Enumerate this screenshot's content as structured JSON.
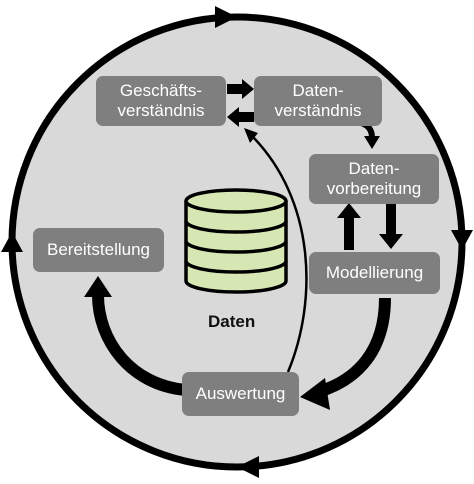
{
  "diagram": {
    "center_label": "Daten",
    "phases": {
      "business_understanding": {
        "line1": "Geschäfts-",
        "line2": "verständnis"
      },
      "data_understanding": {
        "line1": "Daten-",
        "line2": "verständnis"
      },
      "data_preparation": {
        "line1": "Daten-",
        "line2": "vorbereitung"
      },
      "modeling": {
        "label": "Modellierung"
      },
      "evaluation": {
        "label": "Auswertung"
      },
      "deployment": {
        "label": "Bereitstellung"
      }
    },
    "colors": {
      "outer_fill": "#d9d9d9",
      "outer_ring": "#000000",
      "phase_box": "#7f7f7f",
      "phase_text": "#ffffff",
      "database_fill": "#d6e7b4",
      "arrow": "#000000"
    }
  }
}
